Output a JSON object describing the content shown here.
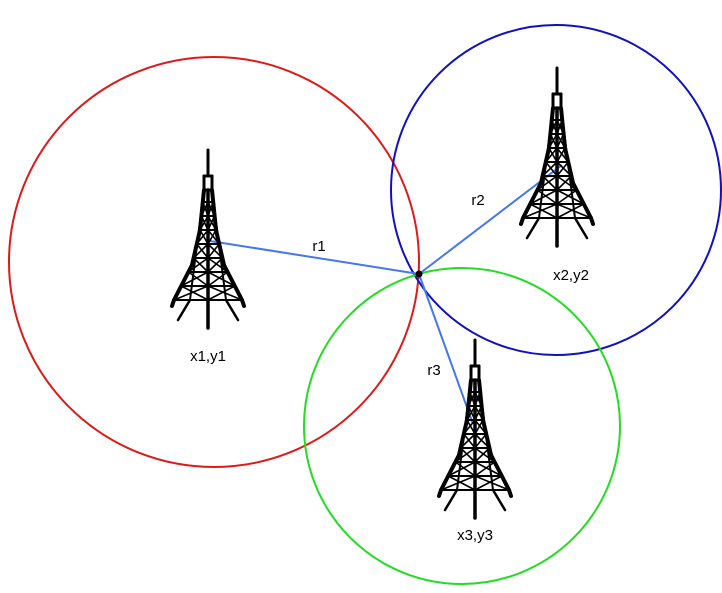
{
  "colors": {
    "circle_1": "#dd1a1a",
    "circle_2": "#1010c0",
    "circle_3": "#22dd22",
    "range_line": "#4477ee",
    "tower": "#000000",
    "center_point": "#000000"
  },
  "towers": [
    {
      "label": "x1,y1",
      "icon": "radio-tower-icon"
    },
    {
      "label": "x2,y2",
      "icon": "radio-tower-icon"
    },
    {
      "label": "x3,y3",
      "icon": "radio-tower-icon"
    }
  ],
  "ranges": [
    {
      "label": "r1"
    },
    {
      "label": "r2"
    },
    {
      "label": "r3"
    }
  ]
}
